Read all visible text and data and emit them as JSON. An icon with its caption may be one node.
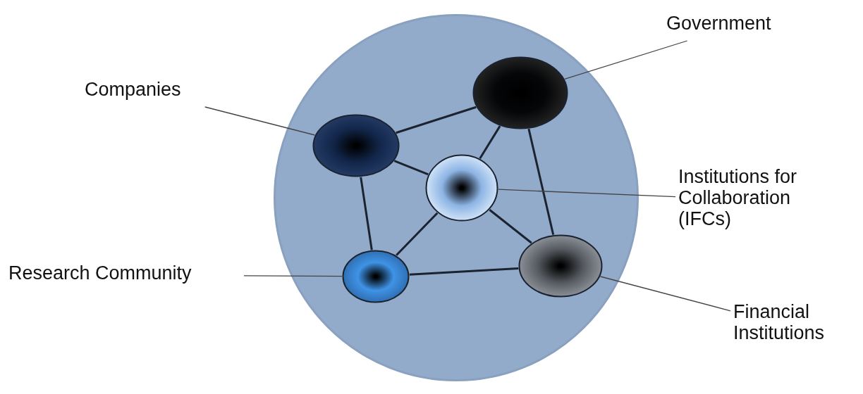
{
  "diagram": {
    "nodes": [
      {
        "text": [],
        "shape": "circle"
      },
      {
        "text": [],
        "shape": "circle",
        "in": 0
      },
      {
        "text": [],
        "shape": "circle",
        "in": 0
      },
      {
        "text": [],
        "shape": "circle",
        "in": 0
      },
      {
        "text": [],
        "shape": "circle",
        "in": 0
      },
      {
        "text": [],
        "shape": "circle",
        "in": 0
      },
      {
        "text": [
          "Government"
        ]
      },
      {
        "text": [
          "Companies"
        ]
      },
      {
        "text": [
          "Institutions for Collaboration (IFCs)"
        ]
      },
      {
        "text": [
          "Research Community"
        ]
      },
      {
        "text": [
          "Financial Institutions"
        ]
      }
    ],
    "edges": [
      {
        "from": 2,
        "to": 1,
        "arrow": "none"
      },
      {
        "from": 2,
        "to": 3,
        "arrow": "none"
      },
      {
        "from": 2,
        "to": 4,
        "arrow": "none"
      },
      {
        "from": 1,
        "to": 3,
        "arrow": "none"
      },
      {
        "from": 1,
        "to": 5,
        "arrow": "none"
      },
      {
        "from": 3,
        "to": 4,
        "arrow": "none"
      },
      {
        "from": 3,
        "to": 5,
        "arrow": "none"
      },
      {
        "from": 4,
        "to": 5,
        "arrow": "none"
      },
      {
        "from": 6,
        "to": 1,
        "arrow": "none"
      },
      {
        "from": 7,
        "to": 2,
        "arrow": "none"
      },
      {
        "from": 8,
        "to": 3,
        "arrow": "none"
      },
      {
        "from": 9,
        "to": 4,
        "arrow": "none"
      },
      {
        "from": 10,
        "to": 5,
        "arrow": "none"
      }
    ]
  }
}
